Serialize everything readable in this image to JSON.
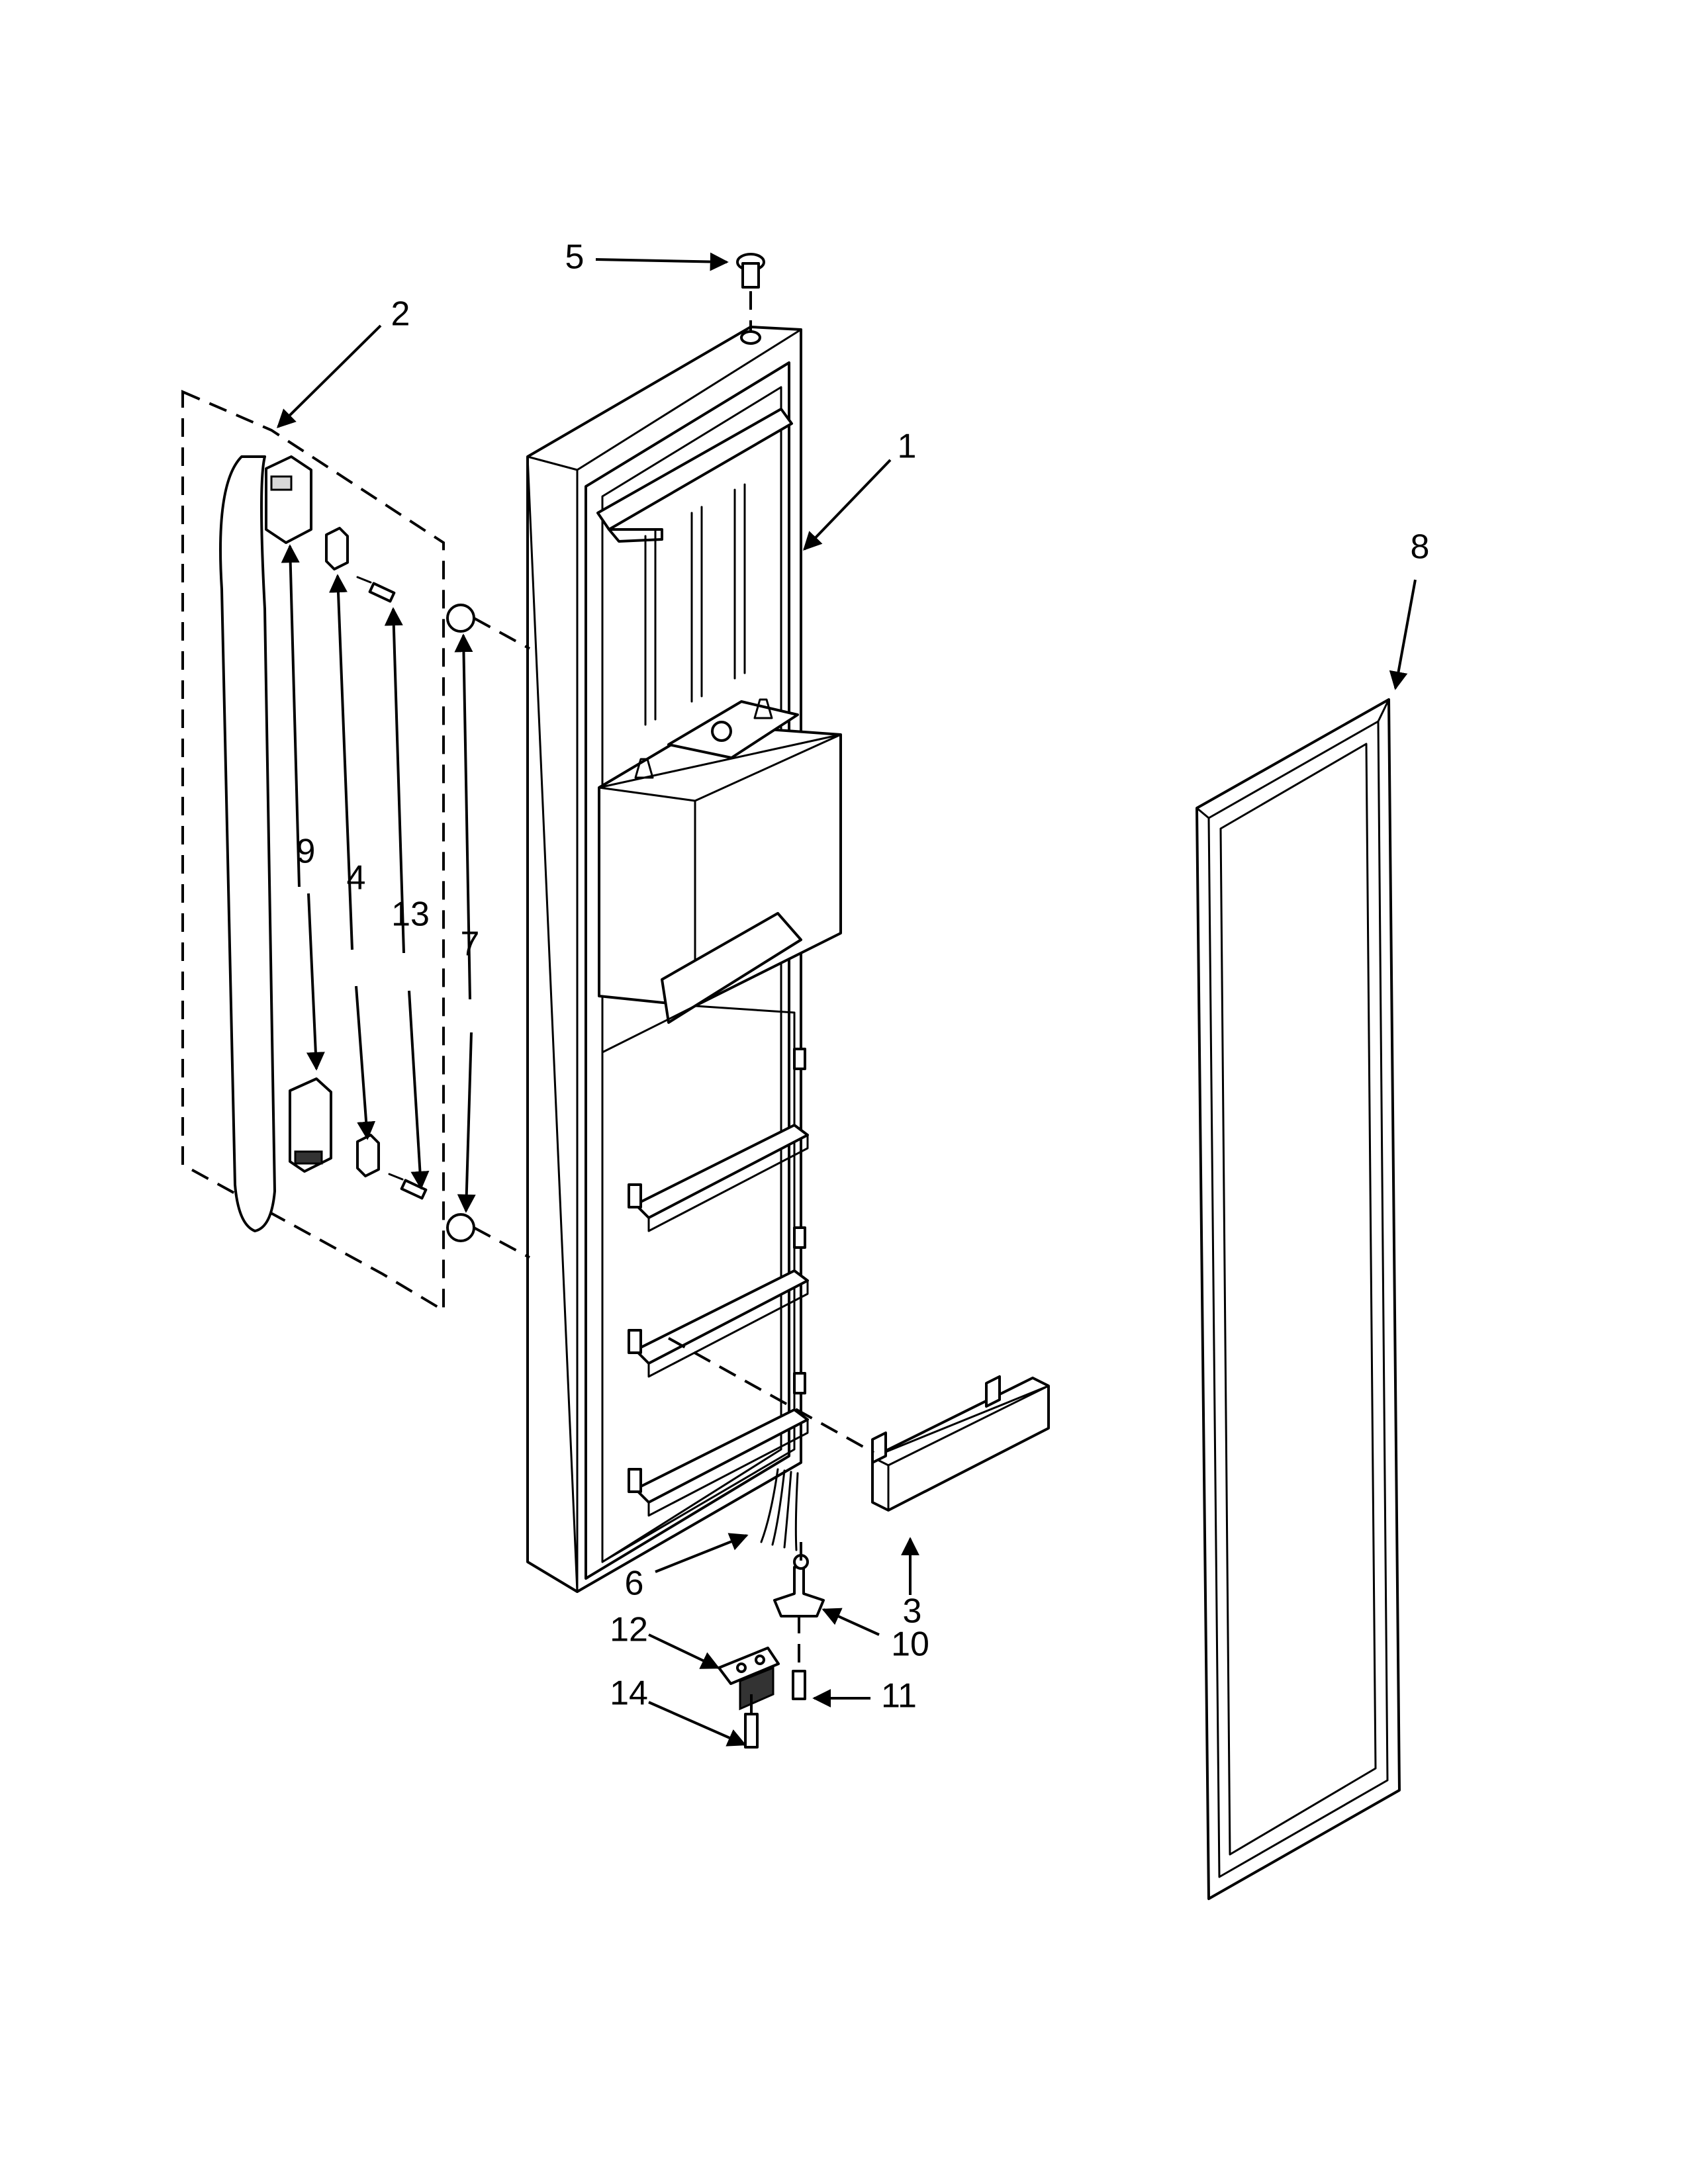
{
  "callouts": {
    "c1": "1",
    "c2": "2",
    "c3": "3",
    "c4": "4",
    "c5": "5",
    "c6": "6",
    "c7": "7",
    "c8": "8",
    "c9": "9",
    "c10": "10",
    "c11": "11",
    "c12": "12",
    "c13": "13",
    "c14": "14"
  },
  "colors": {
    "ink": "#000000",
    "paper": "#ffffff",
    "shade": "#d8d8d8"
  }
}
